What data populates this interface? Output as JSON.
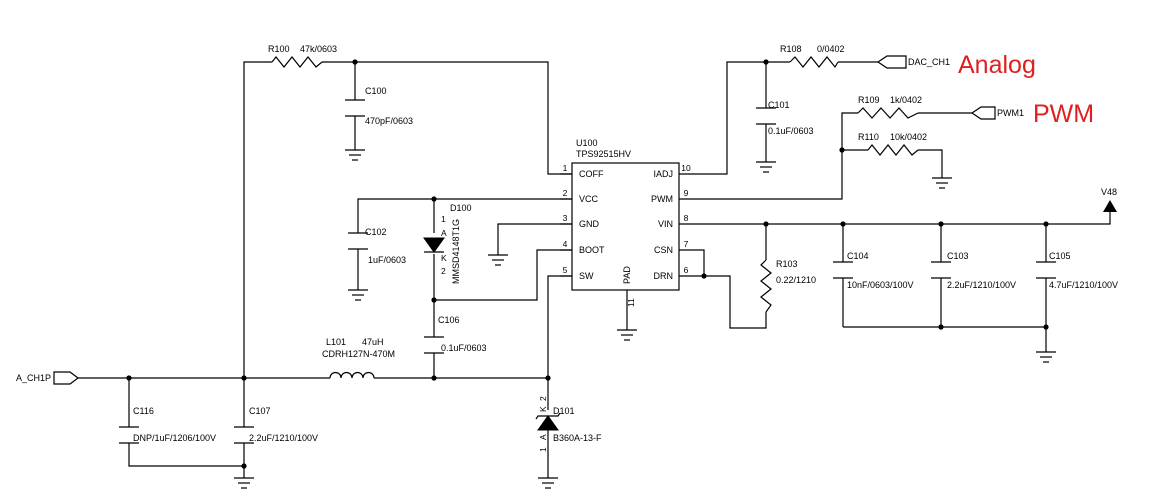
{
  "annotations": {
    "analog": "Analog",
    "pwm": "PWM"
  },
  "ic": {
    "ref": "U100",
    "part": "TPS92515HV",
    "pins_left": [
      {
        "num": "1",
        "name": "COFF"
      },
      {
        "num": "2",
        "name": "VCC"
      },
      {
        "num": "3",
        "name": "GND"
      },
      {
        "num": "4",
        "name": "BOOT"
      },
      {
        "num": "5",
        "name": "SW"
      }
    ],
    "pins_right": [
      {
        "num": "10",
        "name": "IADJ"
      },
      {
        "num": "9",
        "name": "PWM"
      },
      {
        "num": "8",
        "name": "VIN"
      },
      {
        "num": "7",
        "name": "CSN"
      },
      {
        "num": "6",
        "name": "DRN"
      }
    ],
    "pad_name": "PAD",
    "pad_num": "11"
  },
  "ports": {
    "dac_ch1": "DAC_CH1",
    "pwm1": "PWM1",
    "a_ch1p": "A_CH1P",
    "v48": "V48"
  },
  "resistors": {
    "r100": {
      "ref": "R100",
      "value": "47k/0603"
    },
    "r108": {
      "ref": "R108",
      "value": "0/0402"
    },
    "r109": {
      "ref": "R109",
      "value": "1k/0402"
    },
    "r110": {
      "ref": "R110",
      "value": "10k/0402"
    },
    "r103": {
      "ref": "R103",
      "value": "0.22/1210"
    }
  },
  "capacitors": {
    "c100": {
      "ref": "C100",
      "value": "470pF/0603"
    },
    "c101": {
      "ref": "C101",
      "value": "0.1uF/0603"
    },
    "c102": {
      "ref": "C102",
      "value": "1uF/0603"
    },
    "c106": {
      "ref": "C106",
      "value": "0.1uF/0603"
    },
    "c104": {
      "ref": "C104",
      "value": "10nF/0603/100V"
    },
    "c103": {
      "ref": "C103",
      "value": "2.2uF/1210/100V"
    },
    "c105": {
      "ref": "C105",
      "value": "4.7uF/1210/100V"
    },
    "c116": {
      "ref": "C116",
      "value": "DNP/1uF/1206/100V"
    },
    "c107": {
      "ref": "C107",
      "value": "2.2uF/1210/100V"
    }
  },
  "inductor": {
    "ref": "L101",
    "value": "47uH",
    "part": "CDRH127N-470M"
  },
  "diodes": {
    "d100": {
      "ref": "D100",
      "part": "MMSD4148T1G",
      "pin1": "1",
      "pin2": "2",
      "a": "A",
      "k": "K"
    },
    "d101": {
      "ref": "D101",
      "part": "B360A-13-F",
      "pin1": "1",
      "pin2": "2",
      "a": "A",
      "k": "K"
    }
  }
}
